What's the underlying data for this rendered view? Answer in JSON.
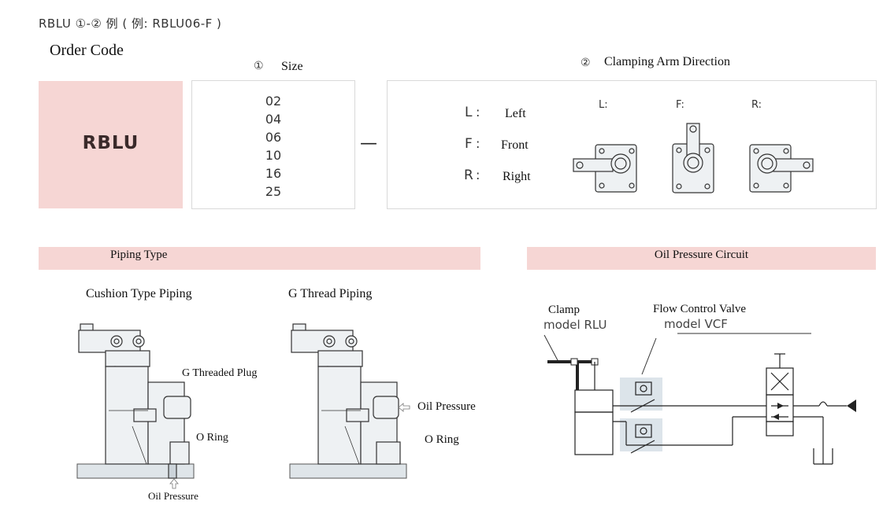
{
  "header": {
    "code_line": "RBLU ①-② 例 ( 例: RBLU06-F )",
    "order_code": "Order Code"
  },
  "size_section": {
    "marker": "①",
    "title": "Size",
    "values": [
      "02",
      "04",
      "06",
      "10",
      "16",
      "25"
    ]
  },
  "model_box": {
    "label": "RBLU"
  },
  "separator": "—",
  "direction_section": {
    "marker": "②",
    "title": "Clamping Arm Direction",
    "options": [
      {
        "code": "L",
        "colon": ":",
        "name": "Left"
      },
      {
        "code": "F",
        "colon": ":",
        "name": "Front"
      },
      {
        "code": "R",
        "colon": ":",
        "name": "Right"
      }
    ],
    "figure_labels": [
      "L:",
      "F:",
      "R:"
    ]
  },
  "piping": {
    "title": "Piping Type",
    "cushion": {
      "title": "Cushion Type Piping",
      "plug": "G Threaded Plug",
      "oring": "O Ring",
      "oil": "Oil Pressure"
    },
    "gthread": {
      "title": "G Thread Piping",
      "oil": "Oil Pressure",
      "oring": "O Ring"
    }
  },
  "circuit": {
    "title": "Oil Pressure Circuit",
    "clamp_label": "Clamp",
    "clamp_model": "model RLU",
    "valve_label": "Flow Control Valve",
    "valve_model": "model VCF"
  }
}
